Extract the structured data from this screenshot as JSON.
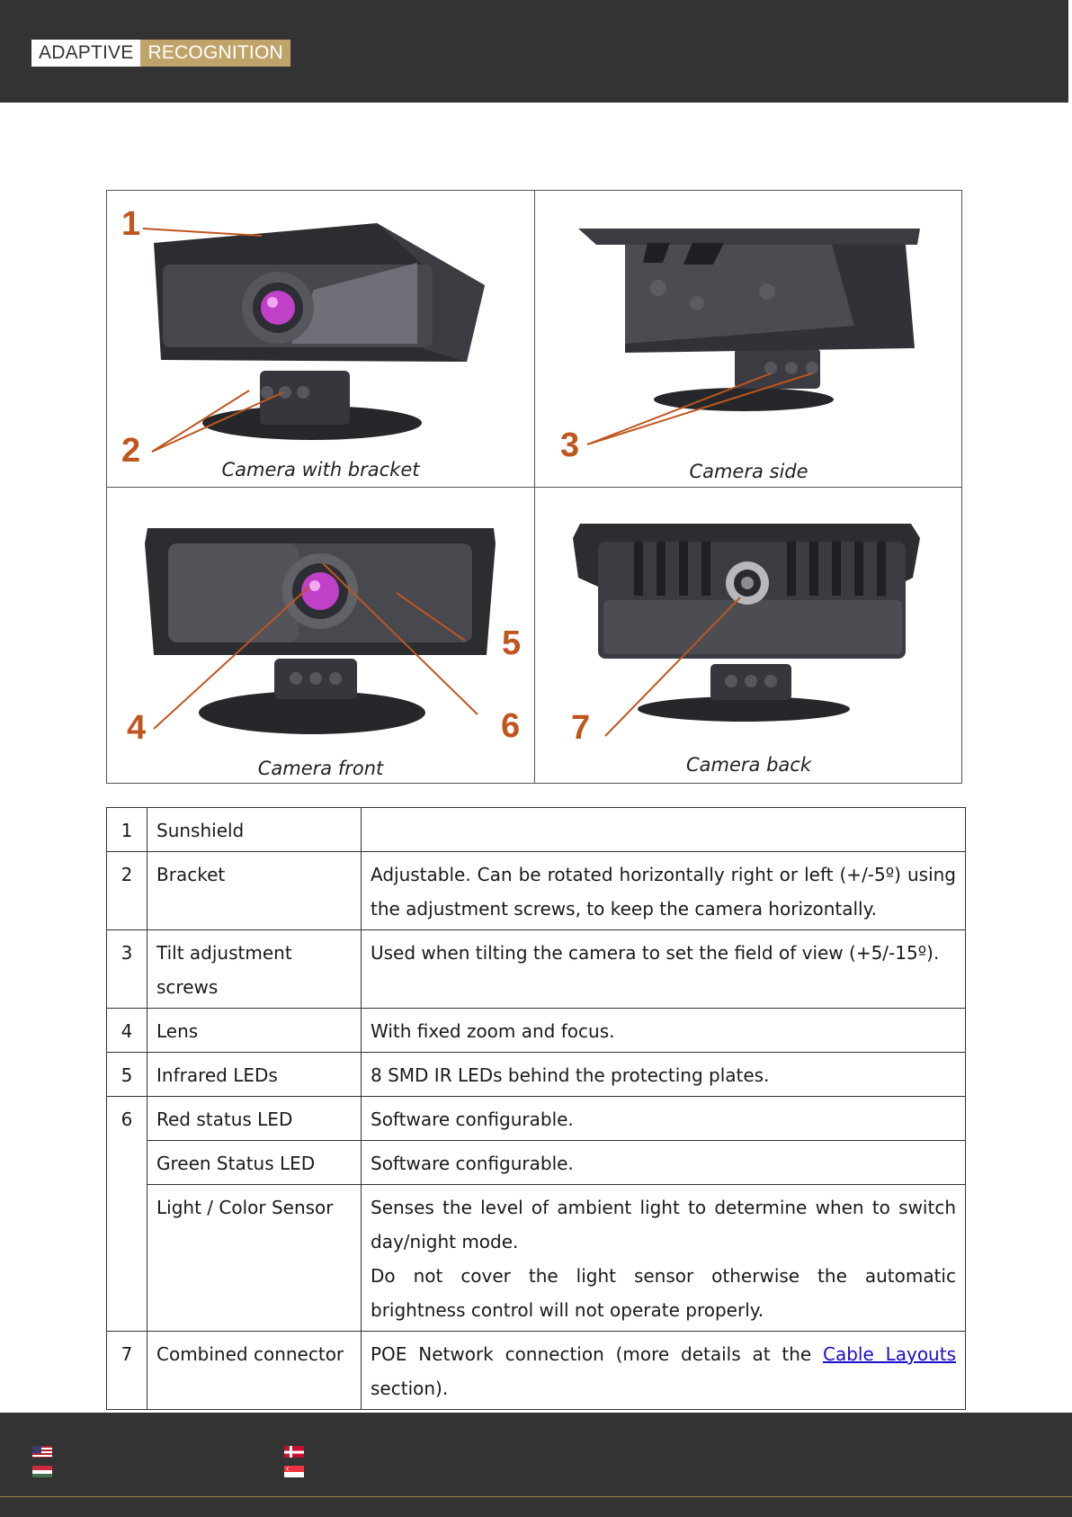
{
  "header": {
    "logo_left": "ADAPTIVE",
    "logo_right": "RECOGNITION"
  },
  "figure": {
    "captions": [
      "Camera with bracket",
      "Camera side",
      "Camera front",
      "Camera back"
    ],
    "callouts": [
      "1",
      "2",
      "3",
      "4",
      "5",
      "6",
      "7"
    ]
  },
  "table": {
    "rows": [
      {
        "num": "1",
        "name": "Sunshield",
        "desc": ""
      },
      {
        "num": "2",
        "name": "Bracket",
        "desc": "Adjustable. Can be rotated horizontally right or left (+/-5º) using the adjustment screws, to keep the camera horizontally."
      },
      {
        "num": "3",
        "name": "Tilt adjustment screws",
        "desc": "Used when tilting the camera to set the field of view (+5/-15º)."
      },
      {
        "num": "4",
        "name": "Lens",
        "desc": "With fixed zoom and focus."
      },
      {
        "num": "5",
        "name": "Infrared LEDs",
        "desc": "8 SMD IR LEDs behind the protecting plates."
      },
      {
        "num": "6",
        "name": "Red status LED",
        "desc": "Software configurable."
      },
      {
        "num": "",
        "name": "Green Status LED",
        "desc": "Software configurable."
      },
      {
        "num": "",
        "name": "Light / Color Sensor",
        "desc": "Senses the level of ambient light to determine when to switch day/night mode.",
        "desc2": "Do not cover the light sensor otherwise the automatic brightness control will not operate properly."
      },
      {
        "num": "7",
        "name": "Combined connector",
        "desc_pre": "POE Network connection (more details at the ",
        "desc_link": "Cable Layouts",
        "desc_post": " section)."
      }
    ]
  },
  "footer": {
    "flags": [
      "us-flag-icon",
      "denmark-flag-icon",
      "hungary-flag-icon",
      "singapore-flag-icon"
    ]
  },
  "colors": {
    "dark_bar": "#333333",
    "gold": "#bfa46a",
    "callout": "#c0561d",
    "lens": "#c040c8",
    "link": "#1a0dcc"
  }
}
